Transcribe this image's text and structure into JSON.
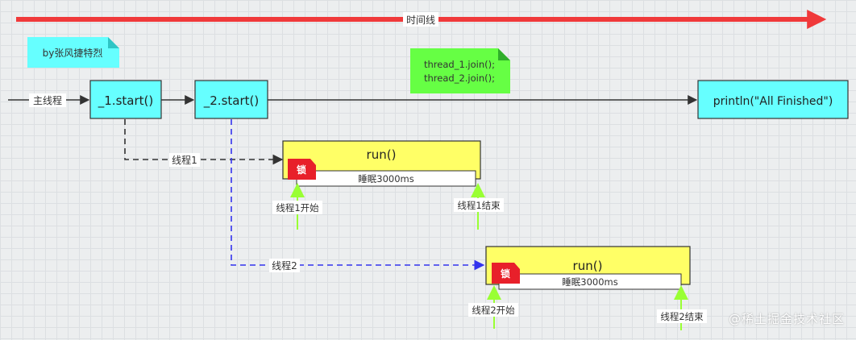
{
  "timeline": {
    "label": "时间线"
  },
  "author_note": "by张风捷特烈",
  "join_note": {
    "line1": "thread_1.join();",
    "line2": "thread_2.join();"
  },
  "main": {
    "label": "主线程",
    "start1": "_1.start()",
    "start2": "_2.start()",
    "finish": "println(\"All Finished\")"
  },
  "thread1": {
    "edge_label": "线程1",
    "run": "run()",
    "lock": "锁",
    "sleep": "睡眠3000ms",
    "start_label": "线程1开始",
    "end_label": "线程1结束"
  },
  "thread2": {
    "edge_label": "线程2",
    "run": "run()",
    "lock": "锁",
    "sleep": "睡眠3000ms",
    "start_label": "线程2开始",
    "end_label": "线程2结束"
  },
  "watermark": "@稀土掘金技术社区",
  "colors": {
    "timeline": "#f0393a",
    "start_box": "#66ffff",
    "note_cyan": "#66ffff",
    "note_green": "#66ff44",
    "run_box": "#ffff66",
    "lock_badge": "#e8202a",
    "thread_arrow": "#3333ee",
    "tick_arrow": "#99ff33"
  }
}
